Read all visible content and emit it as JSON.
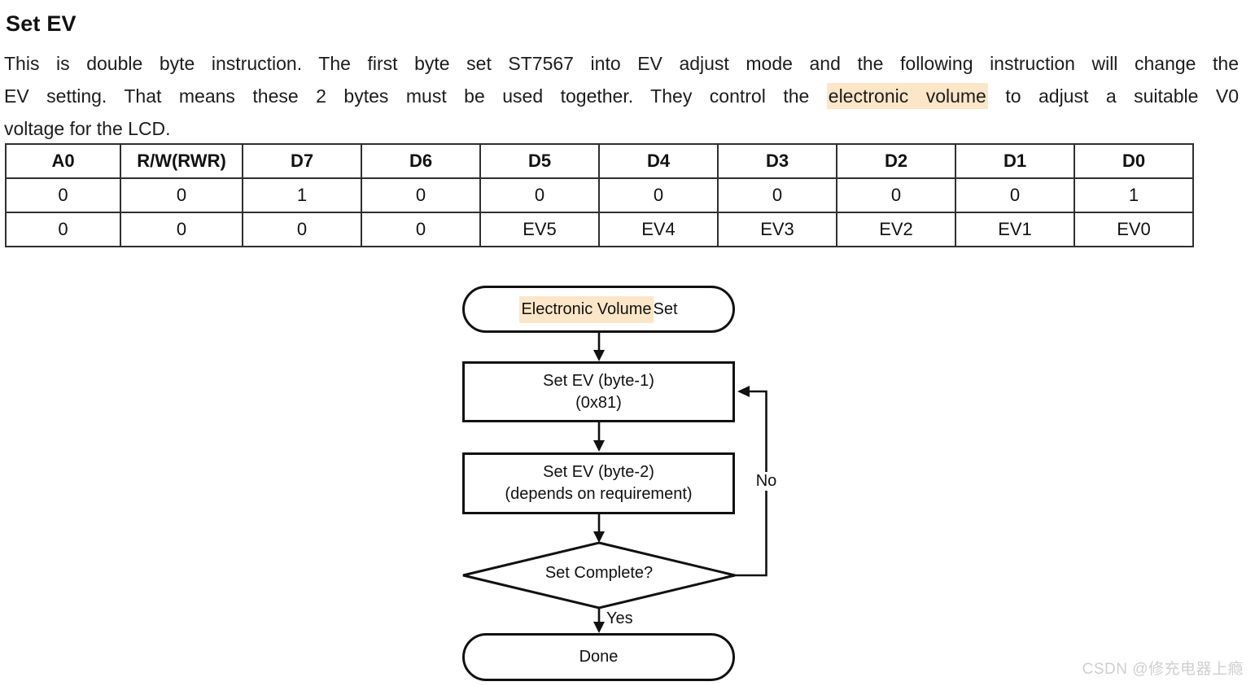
{
  "page": {
    "title": "Set EV"
  },
  "intro": {
    "line1": "This is double byte instruction. The first byte set ST7567 into EV adjust mode and the following instruction will change the",
    "line2_before": "EV setting. That means these 2 bytes must be used together. They control the ",
    "line2_highlight": "electronic volume",
    "line2_after": " to adjust a suitable V0",
    "line3": "voltage for the LCD."
  },
  "table": {
    "headers": [
      "A0",
      "R/W(RWR)",
      "D7",
      "D6",
      "D5",
      "D4",
      "D3",
      "D2",
      "D1",
      "D0"
    ],
    "rows": [
      [
        "0",
        "0",
        "1",
        "0",
        "0",
        "0",
        "0",
        "0",
        "0",
        "1"
      ],
      [
        "0",
        "0",
        "0",
        "0",
        "EV5",
        "EV4",
        "EV3",
        "EV2",
        "EV1",
        "EV0"
      ]
    ]
  },
  "flowchart": {
    "start_highlight": "Electronic Volume",
    "start_rest": " Set",
    "step1_line1": "Set EV (byte-1)",
    "step1_line2": "(0x81)",
    "step2_line1": "Set EV (byte-2)",
    "step2_line2": "(depends on requirement)",
    "decision": "Set Complete?",
    "end": "Done",
    "label_yes": "Yes",
    "label_no": "No"
  },
  "watermark": "CSDN @修充电器上瘾",
  "colors": {
    "highlight": "#fce6c8",
    "table_border": "#2f2f2f",
    "flow_stroke": "#111111",
    "watermark_text": "#cfcfcf"
  }
}
